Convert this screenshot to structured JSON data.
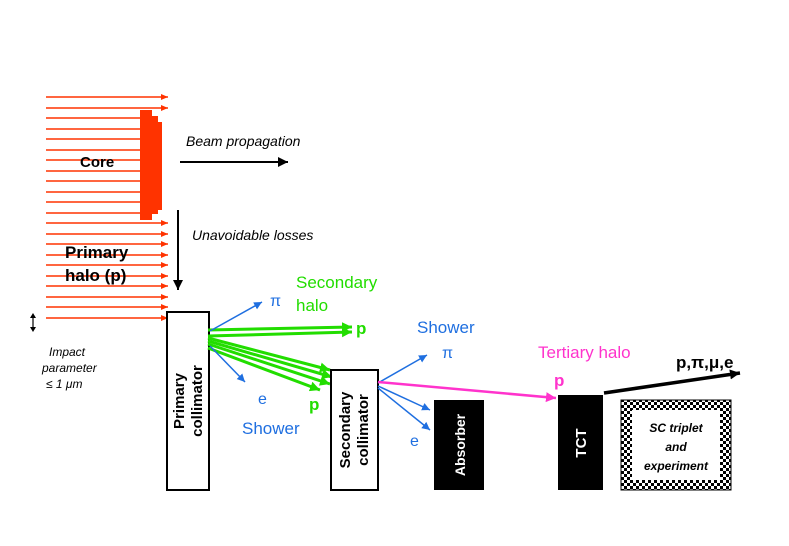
{
  "labels": {
    "core": "Core",
    "beam_propagation": "Beam propagation",
    "unavoidable_losses": "Unavoidable losses",
    "primary_halo_line1": "Primary",
    "primary_halo_line2": "halo (p)",
    "impact_line1": "Impact",
    "impact_line2": "parameter",
    "impact_line3": "≤ 1 μm",
    "secondary_halo_line1": "Secondary",
    "secondary_halo_line2": "halo",
    "p_secondary_1": "p",
    "p_secondary_2": "p",
    "pi_1": "π",
    "e_1": "e",
    "shower_1": "Shower",
    "shower_2": "Shower",
    "pi_2": "π",
    "e_2": "e",
    "tertiary_halo": "Tertiary halo",
    "p_tertiary": "p",
    "products": "p,π,μ,e",
    "primary_coll_line1": "Primary",
    "primary_coll_line2": "collimator",
    "secondary_coll_line1": "Secondary",
    "secondary_coll_line2": "collimator",
    "absorber": "Absorber",
    "tct": "TCT",
    "sc_line1": "SC triplet",
    "sc_line2": "and",
    "sc_line3": "experiment"
  },
  "colors": {
    "beam": "#ff3300",
    "secondary": "#22dd00",
    "shower": "#1f6fe0",
    "tertiary": "#ff33cc",
    "black": "#000000"
  }
}
